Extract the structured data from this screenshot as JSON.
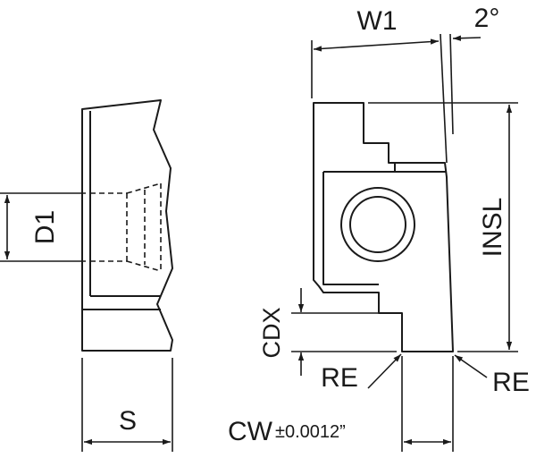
{
  "labels": {
    "d1": "D1",
    "s": "S",
    "w1": "W1",
    "angle": "2°",
    "insl": "INSL",
    "cdx": "CDX",
    "re_left": "RE",
    "re_right": "RE",
    "cw": "CW",
    "cw_tol": "±0.0012”"
  },
  "colors": {
    "line": "#1a1a1a",
    "background": "#ffffff"
  }
}
